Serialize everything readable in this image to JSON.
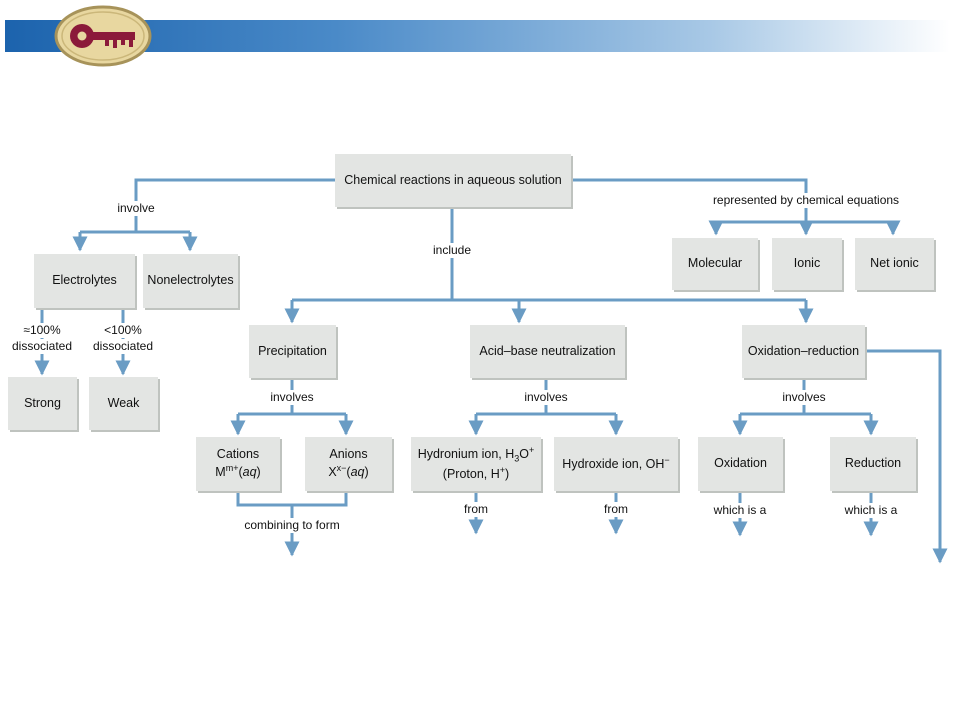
{
  "colors": {
    "connector": "#6a9cc4",
    "box_fill": "#e3e5e3",
    "banner_start": "#1c63ad",
    "key": "#8b1a3a",
    "logo_fill": "#e8d7a0"
  },
  "header": {
    "logo_icon": "key-icon"
  },
  "nodes": {
    "root": "Chemical reactions in aqueous solution",
    "electrolytes": "Electrolytes",
    "nonelectrolytes": "Nonelectrolytes",
    "strong": "Strong",
    "weak": "Weak",
    "molecular": "Molecular",
    "ionic": "Ionic",
    "net_ionic": "Net ionic",
    "precipitation": "Precipitation",
    "acid_base": "Acid–base neutralization",
    "redox": "Oxidation–reduction",
    "cations": {
      "line1": "Cations",
      "line2": "M",
      "sup": "m+",
      "paren_open": "(",
      "aq": "aq",
      "paren_close": ")"
    },
    "anions": {
      "line1": "Anions",
      "line2": "X",
      "sup": "x−",
      "paren_open": "(",
      "aq": "aq",
      "paren_close": ")"
    },
    "hydronium": {
      "line1_pre": "Hydronium ion, H",
      "sub": "3",
      "line1_mid": "O",
      "sup": "+",
      "line2_pre": "(Proton, H",
      "line2_sup": "+",
      "line2_post": ")"
    },
    "hydroxide": {
      "text": "Hydroxide ion, OH",
      "sup": "−"
    },
    "oxidation": "Oxidation",
    "reduction": "Reduction"
  },
  "labels": {
    "involve": "involve",
    "include": "include",
    "represented": "represented by chemical equations",
    "strong_pct": "≈100%",
    "strong_dissoc": "dissociated",
    "weak_pct": "<100%",
    "weak_dissoc": "dissociated",
    "involves_precip": "involves",
    "involves_acid": "involves",
    "involves_redox": "involves",
    "combining": "combining to form",
    "from_hydronium": "from",
    "from_hydroxide": "from",
    "which_oxidation": "which is a",
    "which_reduction": "which is a"
  }
}
